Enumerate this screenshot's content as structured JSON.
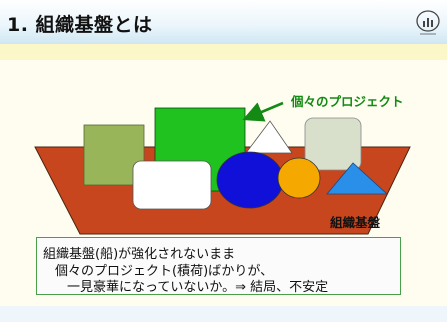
{
  "slide": {
    "title": "1. 組織基盤とは"
  },
  "diagram": {
    "project_label": "個々のプロジェクト",
    "base_label": "組織基盤",
    "colors": {
      "boat": "#c8461e",
      "boat_stroke": "#4a2410",
      "label_green": "#138a13",
      "olive_box": "#99b55a",
      "green_box": "#1fc21f",
      "blue_circle": "#1010d8",
      "orange_circle": "#f5a800",
      "blue_triangle": "#2a8fe8",
      "grey_box": "#d8e0cc"
    }
  },
  "caption": {
    "line1": "組織基盤(船)が強化されないまま",
    "line2": "個々のプロジェクト(積荷)ばかりが、",
    "line3": "一見豪華になっていないか。⇒ 結局、不安定"
  }
}
